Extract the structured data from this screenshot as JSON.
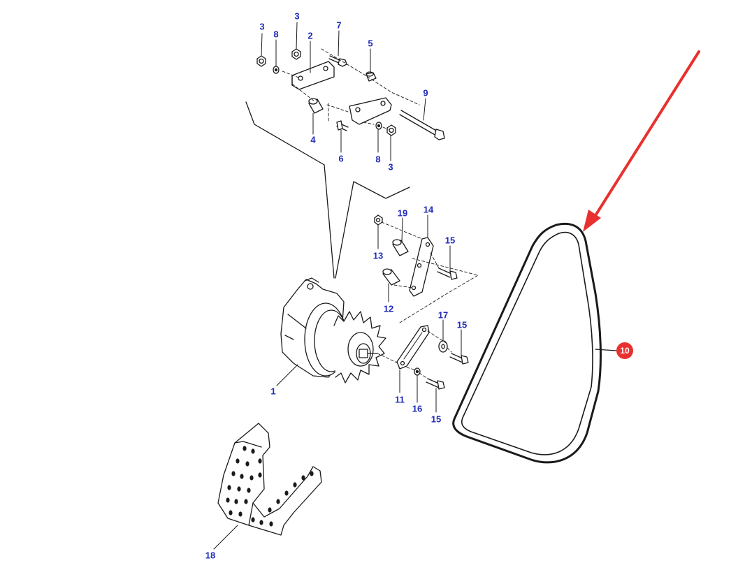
{
  "diagram": {
    "type": "exploded-parts-diagram",
    "line_color": "#1a1a1a",
    "callout_color": "#1f2bb8",
    "highlight_color": "#e8312f",
    "arrow_color": "#e8312f"
  },
  "callouts": [
    {
      "id": "c3a",
      "label": "3"
    },
    {
      "id": "c8a",
      "label": "8"
    },
    {
      "id": "c3b",
      "label": "3"
    },
    {
      "id": "c2",
      "label": "2"
    },
    {
      "id": "c7",
      "label": "7"
    },
    {
      "id": "c5",
      "label": "5"
    },
    {
      "id": "c9",
      "label": "9"
    },
    {
      "id": "c4",
      "label": "4"
    },
    {
      "id": "c6",
      "label": "6"
    },
    {
      "id": "c8b",
      "label": "8"
    },
    {
      "id": "c3c",
      "label": "3"
    },
    {
      "id": "c19",
      "label": "19"
    },
    {
      "id": "c14",
      "label": "14"
    },
    {
      "id": "c15a",
      "label": "15"
    },
    {
      "id": "c13",
      "label": "13"
    },
    {
      "id": "c12",
      "label": "12"
    },
    {
      "id": "c17",
      "label": "17"
    },
    {
      "id": "c15b",
      "label": "15"
    },
    {
      "id": "c1",
      "label": "1"
    },
    {
      "id": "c11",
      "label": "11"
    },
    {
      "id": "c16",
      "label": "16"
    },
    {
      "id": "c15c",
      "label": "15"
    },
    {
      "id": "c18",
      "label": "18"
    }
  ],
  "highlighted_part": {
    "label": "10",
    "name": "v-belt"
  }
}
